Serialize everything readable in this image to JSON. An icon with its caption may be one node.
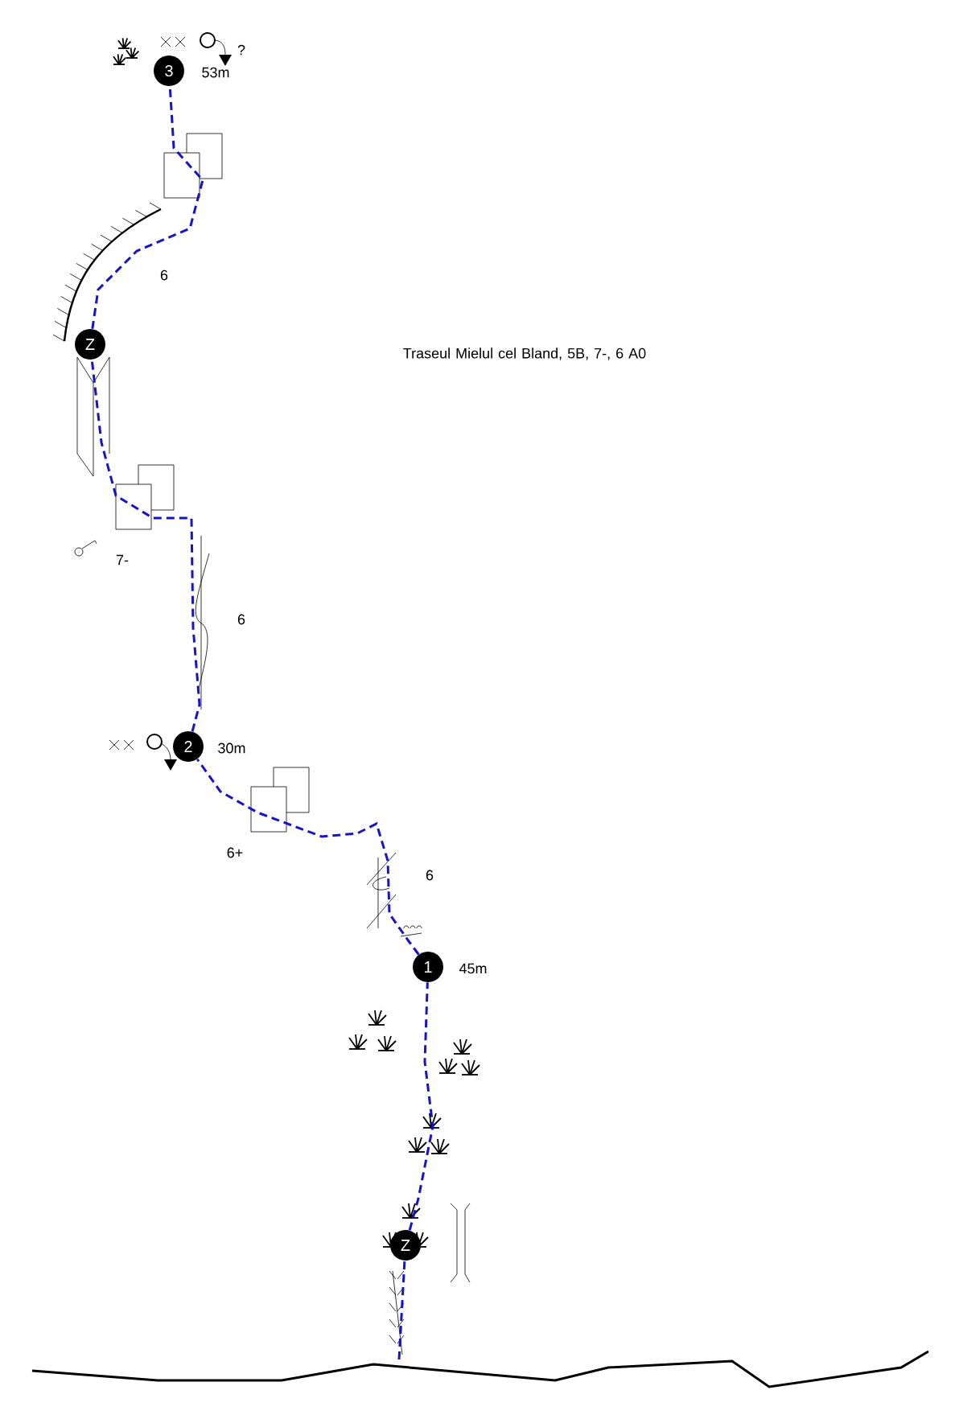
{
  "diagram": {
    "title": "Traseul Mielul cel Bland, 5B, 7-, 6 A0",
    "nodes": [
      {
        "text": [
          "3"
        ],
        "beside": [
          "53m"
        ]
      },
      {
        "text": [
          "Z"
        ]
      },
      {
        "text": [
          "2"
        ],
        "beside": [
          "30m"
        ]
      },
      {
        "text": [
          "1"
        ],
        "beside": [
          "45m"
        ]
      },
      {
        "text": [
          "Z"
        ]
      }
    ],
    "edges": [
      {
        "from": null,
        "to": 4,
        "arrow": "none",
        "style": "dashed"
      },
      {
        "from": 4,
        "to": 3,
        "arrow": "none",
        "style": "dashed"
      },
      {
        "from": 3,
        "to": 2,
        "arrow": "none",
        "style": "dashed"
      },
      {
        "from": 2,
        "to": 1,
        "arrow": "none",
        "style": "dashed"
      },
      {
        "from": 1,
        "to": 0,
        "arrow": "none",
        "style": "dashed"
      }
    ],
    "labels": [
      "?",
      "6",
      "7-",
      "6",
      "6+",
      "6"
    ]
  }
}
